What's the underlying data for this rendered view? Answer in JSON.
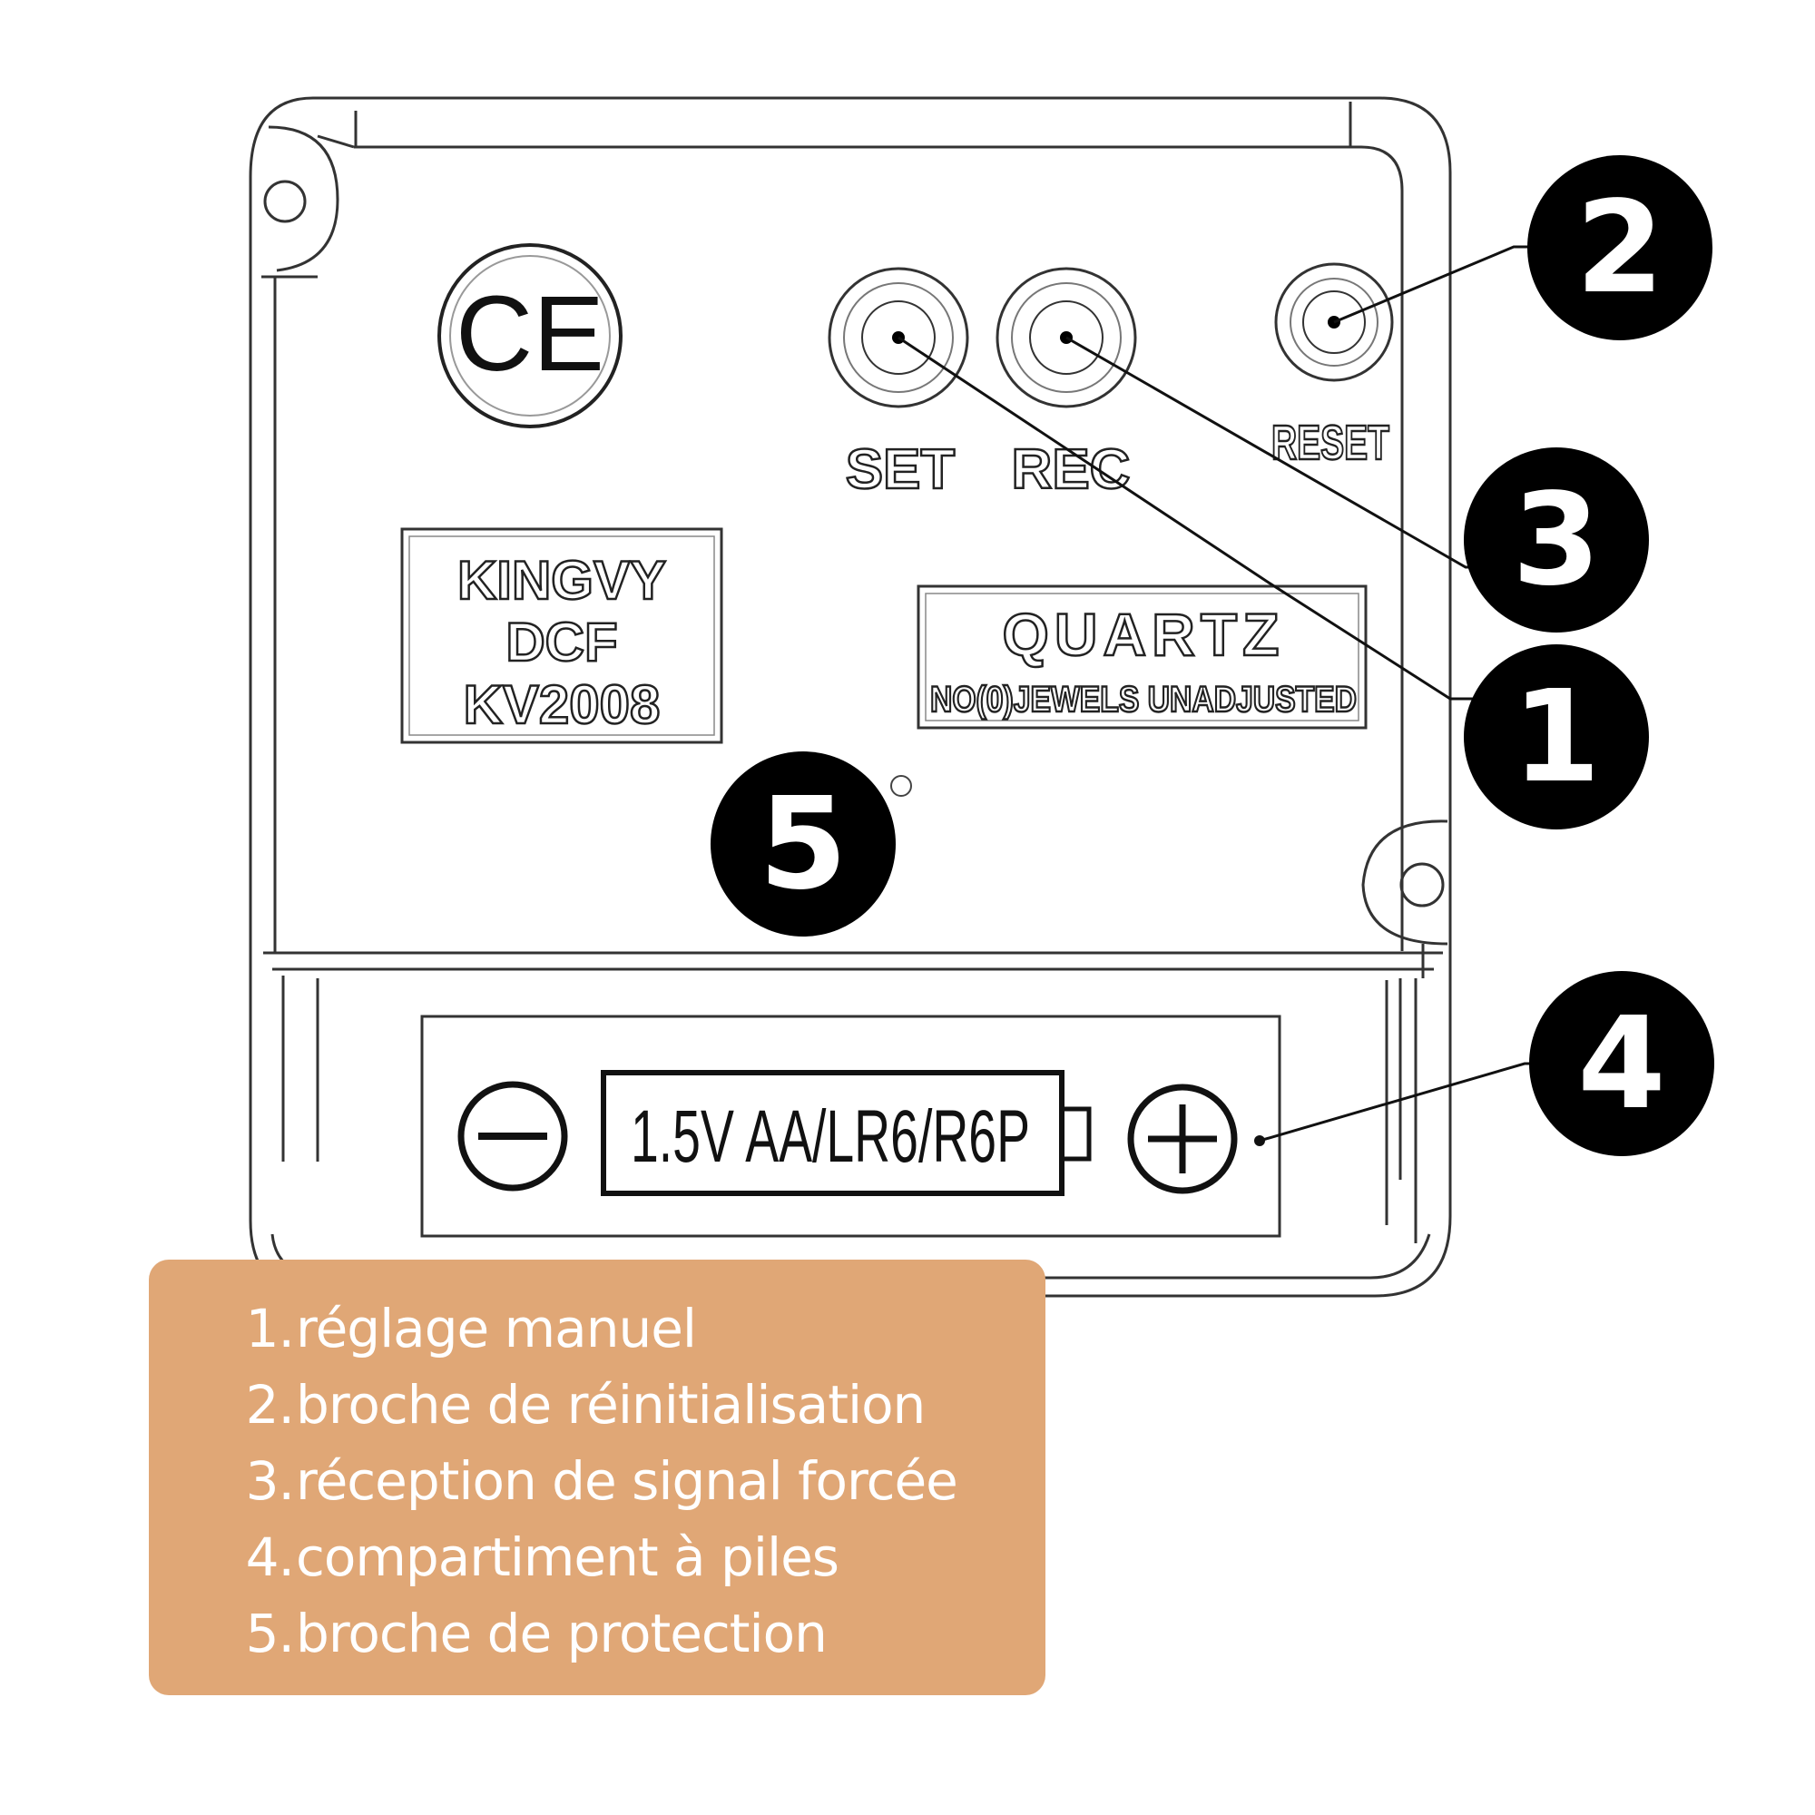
{
  "device": {
    "ce_mark": "CE",
    "buttons": {
      "set_label": "SET",
      "rec_label": "REC",
      "reset_label": "RESET"
    },
    "model_plate": {
      "line1": "KINGVY",
      "line2": "DCF",
      "line3": "KV2008"
    },
    "quartz_plate": {
      "title": "QUARTZ",
      "subtitle": "NO(0)JEWELS UNADJUSTED"
    },
    "battery": {
      "label": "1.5V AA/LR6/R6P",
      "minus_icon": "minus-circle-icon",
      "plus_icon": "plus-circle-icon"
    }
  },
  "callouts": [
    {
      "number": "1"
    },
    {
      "number": "2"
    },
    {
      "number": "3"
    },
    {
      "number": "4"
    },
    {
      "number": "5"
    }
  ],
  "legend": {
    "items": [
      {
        "number": "1.",
        "text": "réglage manuel"
      },
      {
        "number": "2.",
        "text": "broche de réinitialisation"
      },
      {
        "number": "3.",
        "text": "réception de signal forcée"
      },
      {
        "number": "4.",
        "text": "compartiment à piles"
      },
      {
        "number": "5.",
        "text": "broche de protection"
      }
    ]
  },
  "colors": {
    "legend_background": "#e0a776",
    "legend_text": "#ffffff",
    "callout_fill": "#000000",
    "line_art": "#222222"
  }
}
